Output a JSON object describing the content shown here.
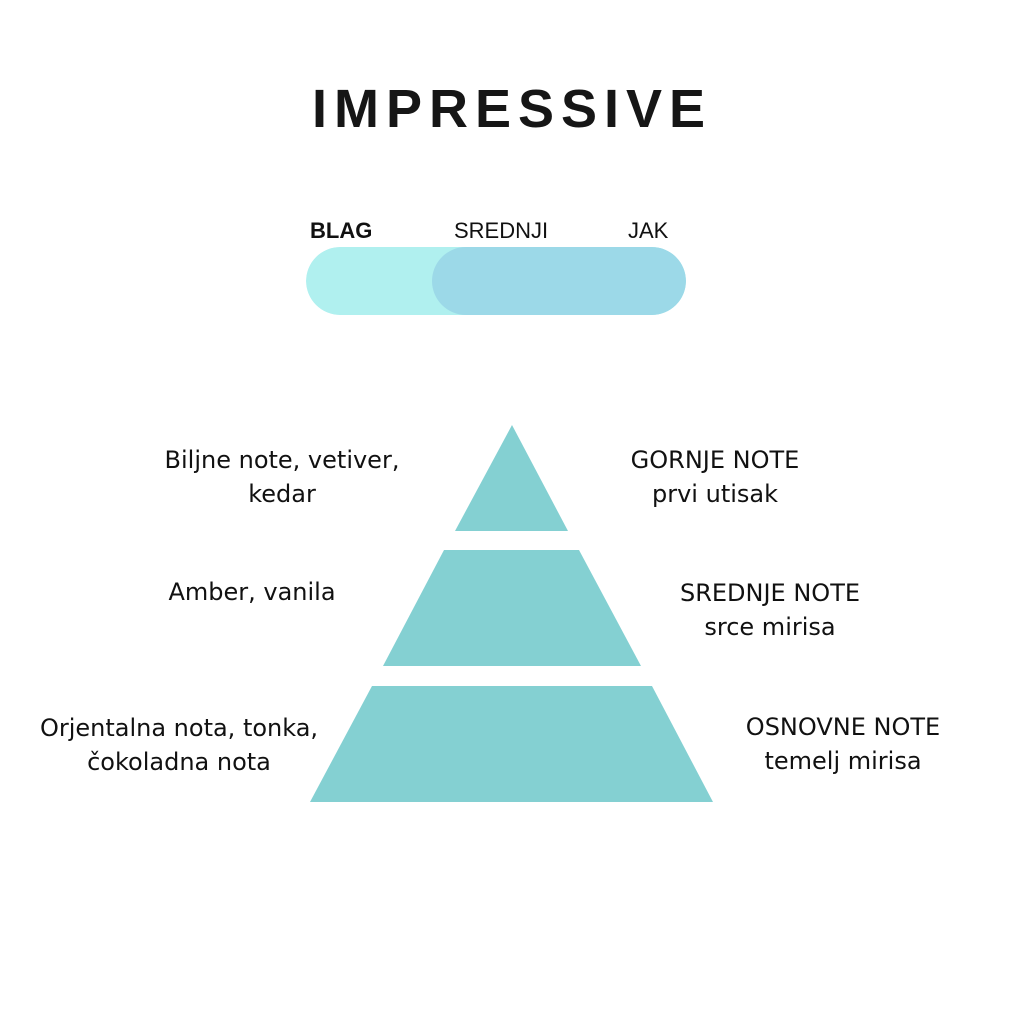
{
  "title": "IMPRESSIVE",
  "intensity": {
    "labels": [
      "BLAG",
      "SREDNJI",
      "JAK"
    ],
    "selected": "BLAG",
    "colors": {
      "track": "#b0f0ef",
      "fill": "#9cd9e8"
    }
  },
  "pyramid": {
    "color": "#84d0d2",
    "levels": [
      {
        "ingredients_line1": "Biljne note, vetiver,",
        "ingredients_line2": "kedar",
        "name": "GORNJE NOTE",
        "description": "prvi utisak"
      },
      {
        "ingredients_line1": "Amber, vanila",
        "ingredients_line2": "",
        "name": "SREDNJE NOTE",
        "description": "srce mirisa"
      },
      {
        "ingredients_line1": "Orjentalna nota, tonka,",
        "ingredients_line2": "čokoladna nota",
        "name": "OSNOVNE NOTE",
        "description": "temelj mirisa"
      }
    ]
  }
}
